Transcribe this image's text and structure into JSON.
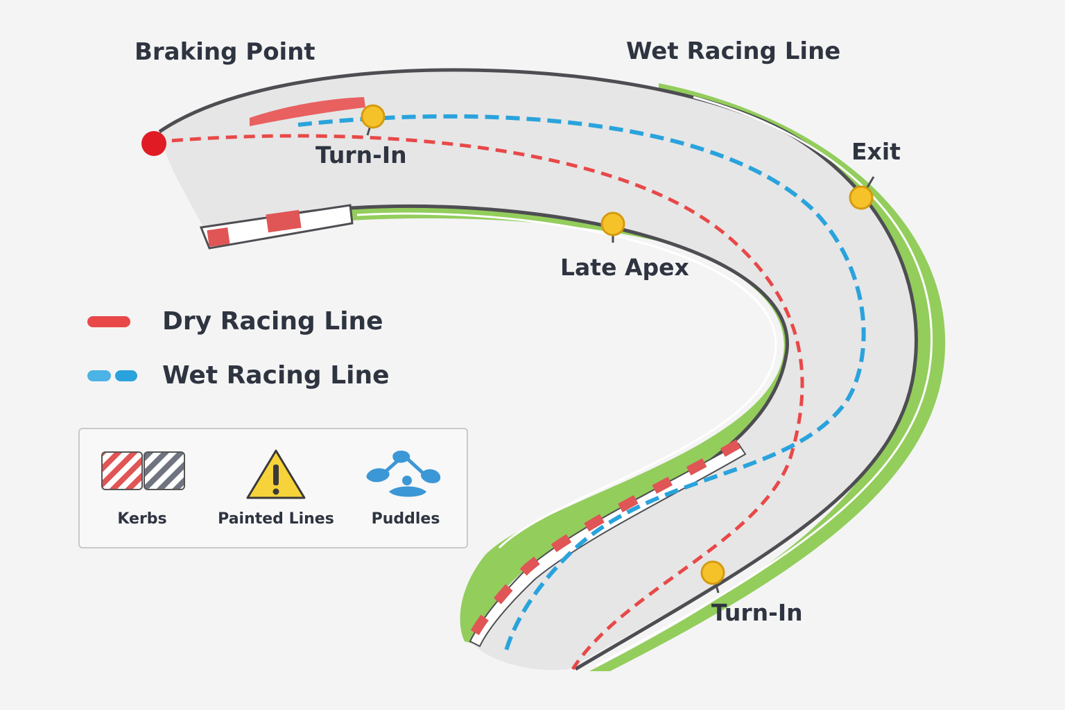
{
  "title_braking": "Braking Point",
  "title_wet": "Wet Racing Line",
  "markers": {
    "turn_in_top": "Turn-In",
    "late_apex": "Late Apex",
    "exit": "Exit",
    "turn_in_bottom": "Turn-In"
  },
  "legend": {
    "dry": "Dry Racing Line",
    "wet": "Wet Racing Line"
  },
  "hazards": {
    "kerbs": "Kerbs",
    "painted_lines": "Painted Lines",
    "puddles": "Puddles"
  },
  "colors": {
    "dry_line": "#e84848",
    "wet_line": "#2aa3dc",
    "grass": "#93cd5c",
    "track": "#e6e6e6",
    "edge": "#4d4d52",
    "marker": "#f6c22a",
    "braking_dot": "#e01b24",
    "kerb_red": "#e05555",
    "hazard_yellow": "#f6d33a",
    "puddle": "#3c97d6"
  }
}
